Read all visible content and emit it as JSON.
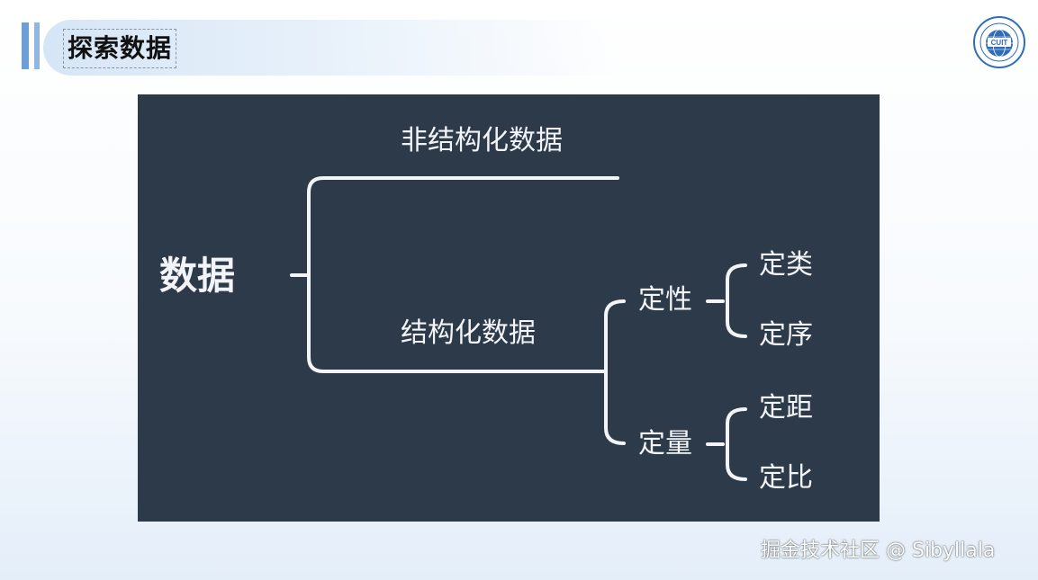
{
  "header": {
    "title": "探索数据"
  },
  "logo": {
    "text": "CUIT",
    "icon": "university-seal-icon",
    "color": "#2f6db5"
  },
  "diagram": {
    "root": "数据",
    "unstructured": "非结构化数据",
    "structured": "结构化数据",
    "qualitative": "定性",
    "quantitative": "定量",
    "nominal": "定类",
    "ordinal": "定序",
    "interval": "定距",
    "ratio": "定比",
    "background_color": "#2d3a4a",
    "line_color": "#f2f4f7"
  },
  "watermark": {
    "text": "掘金技术社区 @ Sibyllala"
  },
  "colors": {
    "accent": "#6b9fd6",
    "header_band": "#d6e6f6"
  }
}
